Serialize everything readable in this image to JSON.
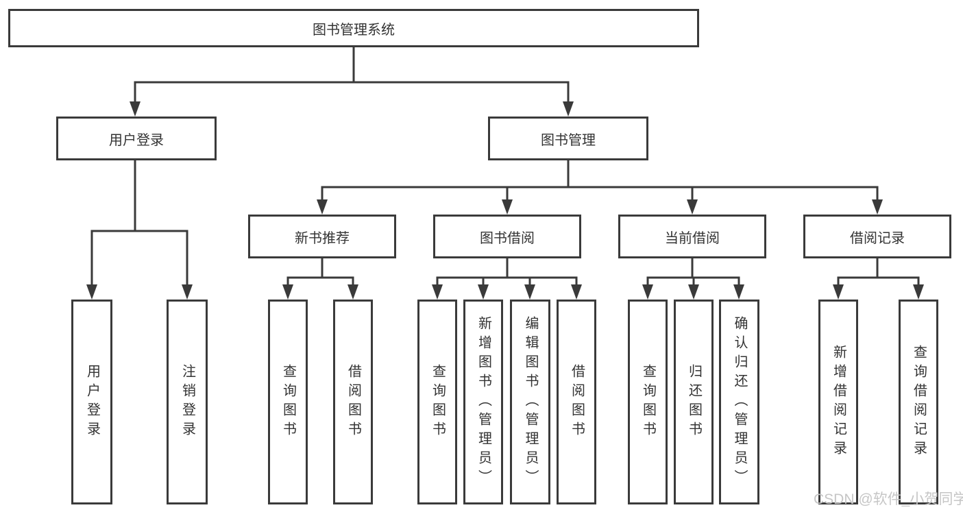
{
  "diagram": {
    "tree": {
      "label": "图书管理系统",
      "children": [
        {
          "label": "用户登录",
          "children": [
            {
              "label": "用户登录"
            },
            {
              "label": "注销登录"
            }
          ]
        },
        {
          "label": "图书管理",
          "children": [
            {
              "label": "新书推荐",
              "children": [
                {
                  "label": "查询图书"
                },
                {
                  "label": "借阅图书"
                }
              ]
            },
            {
              "label": "图书借阅",
              "children": [
                {
                  "label": "查询图书"
                },
                {
                  "label": "新增图书（管理员）"
                },
                {
                  "label": "编辑图书（管理员）"
                },
                {
                  "label": "借阅图书"
                }
              ]
            },
            {
              "label": "当前借阅",
              "children": [
                {
                  "label": "查询图书"
                },
                {
                  "label": "归还图书"
                },
                {
                  "label": "确认归还（管理员）"
                }
              ]
            },
            {
              "label": "借阅记录",
              "children": [
                {
                  "label": "新增借阅记录"
                },
                {
                  "label": "查询借阅记录"
                }
              ]
            }
          ]
        }
      ]
    },
    "colors": {
      "line": "#3a3a3a",
      "text": "#333333",
      "box_background": "#ffffff",
      "watermark": "#c6c6c6"
    }
  },
  "watermark": {
    "text": "CSDN @软件_小贺同学"
  }
}
